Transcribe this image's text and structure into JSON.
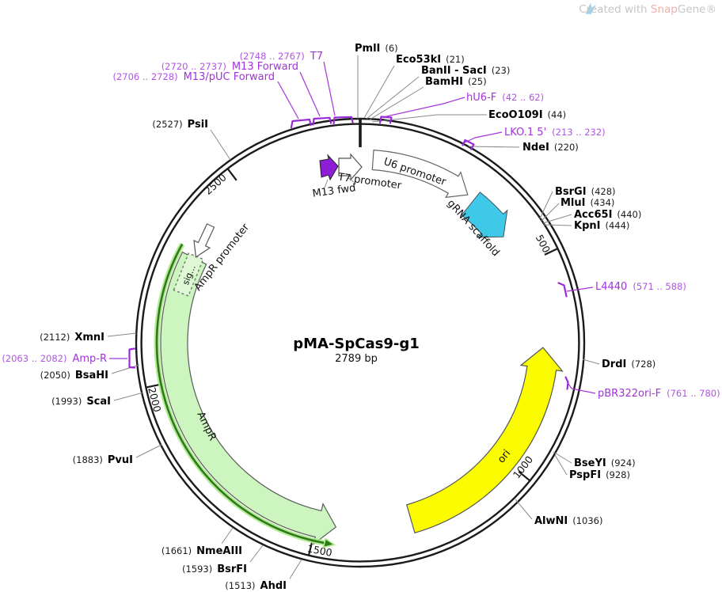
{
  "watermark": {
    "prefix": "Created with ",
    "brand_snap": "Snap",
    "brand_gene": "Gene®"
  },
  "plasmid": {
    "name": "pMA-SpCas9-g1",
    "size_label": "2789 bp"
  },
  "tick_labels": {
    "t500": "500",
    "t1000": "1000",
    "t1500": "1500",
    "t2000": "2000",
    "t2500": "2500"
  },
  "colors": {
    "primer_purple": "#a232db",
    "leader_gray": "#8a8a8a",
    "ring_black": "#1b1b1b",
    "u6_white": "#ffffff",
    "m13_purple": "#8e1ed6",
    "grna_cyan": "#3ec9e9",
    "ampr_green": "#ccf5c0",
    "ampr_line_green": "#2c7a1a",
    "ori_yellow": "#fcfc00"
  },
  "enzymes": {
    "pmli": {
      "name": "PmlI",
      "pos": "(6)"
    },
    "eco53ki": {
      "name": "Eco53kI",
      "pos": "(21)"
    },
    "banii_saci": {
      "name": "BanII - SacI",
      "pos": "(23)"
    },
    "bamhi": {
      "name": "BamHI",
      "pos": "(25)"
    },
    "ecoo109i": {
      "name": "EcoO109I",
      "pos": "(44)"
    },
    "ndei": {
      "name": "NdeI",
      "pos": "(220)"
    },
    "bsrgi": {
      "name": "BsrGI",
      "pos": "(428)"
    },
    "mlui": {
      "name": "MluI",
      "pos": "(434)"
    },
    "acc65i": {
      "name": "Acc65I",
      "pos": "(440)"
    },
    "kpni": {
      "name": "KpnI",
      "pos": "(444)"
    },
    "drdi": {
      "name": "DrdI",
      "pos": "(728)"
    },
    "bseyi": {
      "name": "BseYI",
      "pos": "(924)"
    },
    "pspfi": {
      "name": "PspFI",
      "pos": "(928)"
    },
    "alwni": {
      "name": "AlwNI",
      "pos": "(1036)"
    },
    "ahdi": {
      "name": "AhdI",
      "pos": "(1513)"
    },
    "bsrfi": {
      "name": "BsrFI",
      "pos": "(1593)"
    },
    "nmeaiii": {
      "name": "NmeAIII",
      "pos": "(1661)"
    },
    "pvui": {
      "name": "PvuI",
      "pos": "(1883)"
    },
    "scai": {
      "name": "ScaI",
      "pos": "(1993)"
    },
    "bsahi": {
      "name": "BsaHI",
      "pos": "(2050)"
    },
    "xmni": {
      "name": "XmnI",
      "pos": "(2112)"
    },
    "psii": {
      "name": "PsiI",
      "pos": "(2527)"
    }
  },
  "primers": {
    "hu6f": {
      "name": "hU6-F",
      "range": "(42 .. 62)"
    },
    "lko15": {
      "name": "LKO.1 5'",
      "range": "(213 .. 232)"
    },
    "l4440": {
      "name": "L4440",
      "range": "(571 .. 588)"
    },
    "pbr322orif": {
      "name": "pBR322ori-F",
      "range": "(761 .. 780)"
    },
    "ampr": {
      "name": "Amp-R",
      "range": "(2063 .. 2082)"
    },
    "m13pucf": {
      "name": "M13/pUC Forward",
      "range": "(2706 .. 2728)"
    },
    "m13f": {
      "name": "M13 Forward",
      "range": "(2720 .. 2737)"
    },
    "t7": {
      "name": "T7",
      "range": "(2748 .. 2767)"
    }
  },
  "features": {
    "t7_promoter": {
      "label": "T7 promoter"
    },
    "m13_fwd": {
      "label": "M13 fwd"
    },
    "u6_promoter": {
      "label": "U6 promoter"
    },
    "grna_scaffold": {
      "label": "gRNA scaffold"
    },
    "sig": {
      "label": "sig..."
    },
    "ampr_promoter": {
      "label": "AmpR promoter"
    },
    "ampr_cds": {
      "label": "AmpR"
    },
    "ori": {
      "label": "ori"
    }
  }
}
